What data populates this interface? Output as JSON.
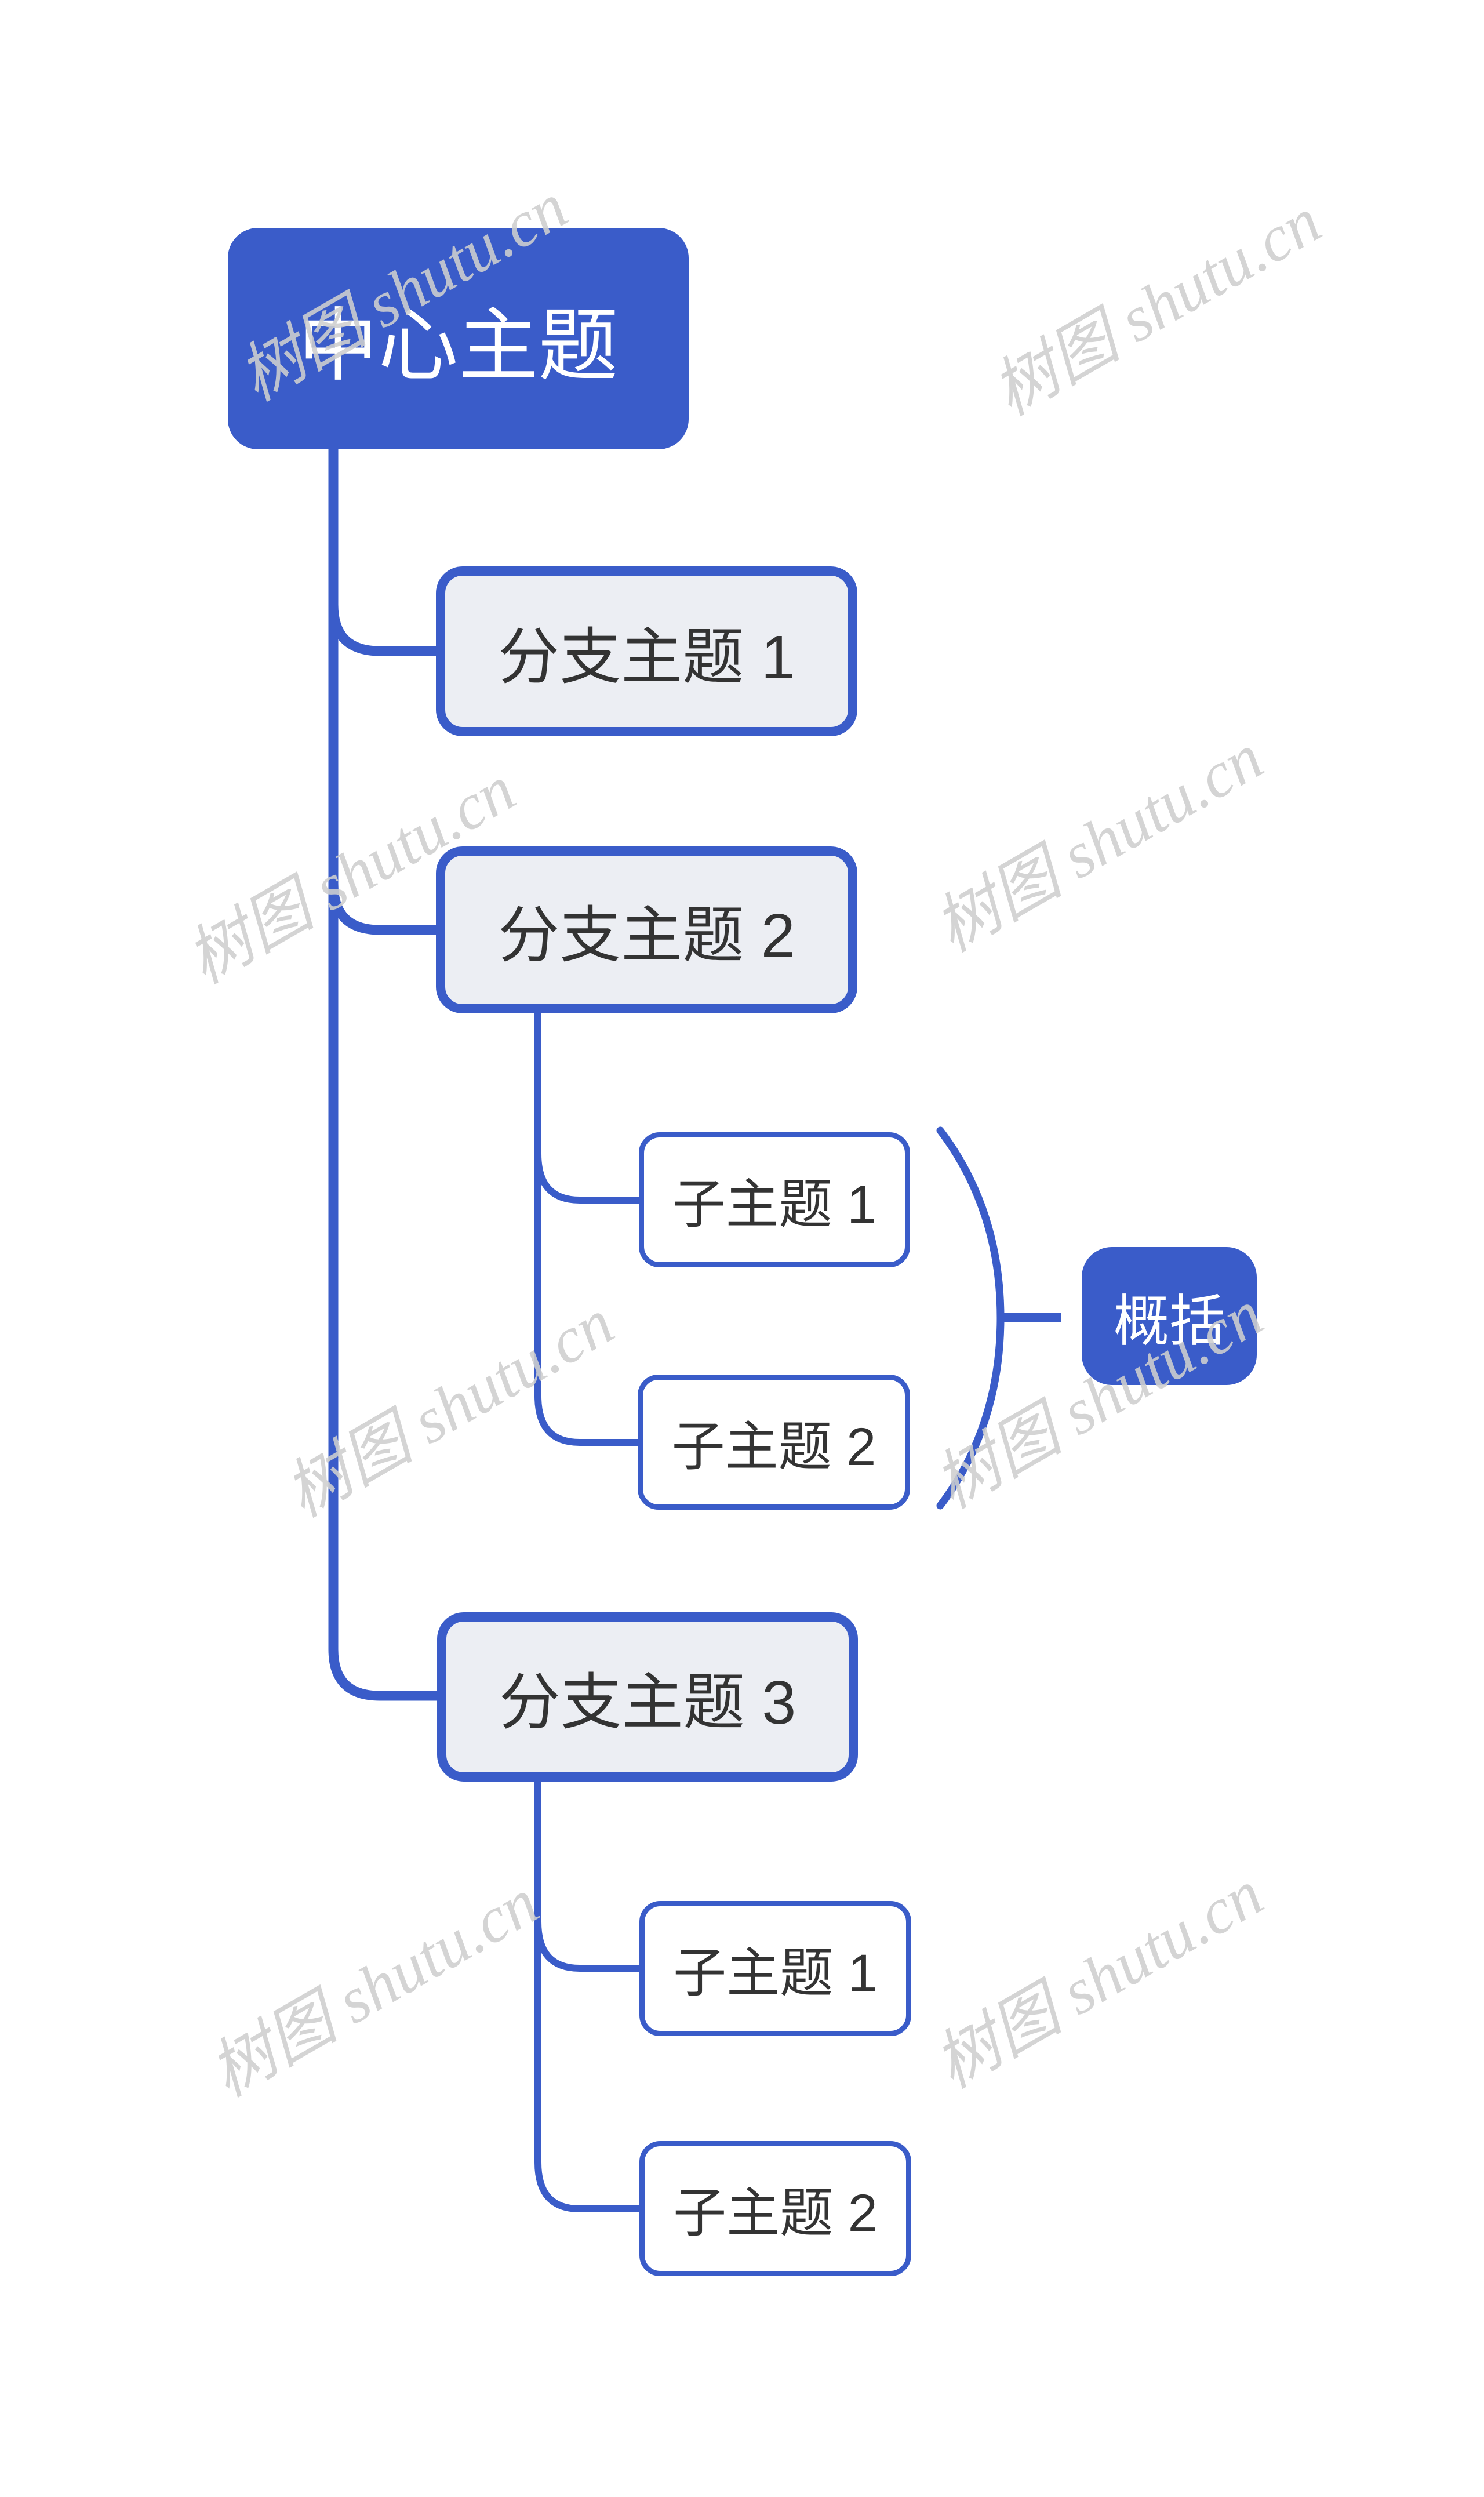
{
  "mindmap": {
    "root": {
      "label": "中心主题"
    },
    "branches": [
      {
        "label": "分支主题 1",
        "children": []
      },
      {
        "label": "分支主题 2",
        "children": [
          {
            "label": "子主题 1"
          },
          {
            "label": "子主题 2"
          }
        ],
        "summary_label": "概括"
      },
      {
        "label": "分支主题 3",
        "children": [
          {
            "label": "子主题 1"
          },
          {
            "label": "子主题 2"
          }
        ]
      }
    ]
  },
  "watermark": {
    "text": "树图 shutu.cn",
    "color": "#CFCFCF"
  },
  "colors": {
    "accent_blue": "#3A5CC9",
    "branch_fill": "#ECEEF3",
    "sub_fill": "#FFFFFF",
    "dark_text": "#333333",
    "background": "#FFFFFF"
  }
}
